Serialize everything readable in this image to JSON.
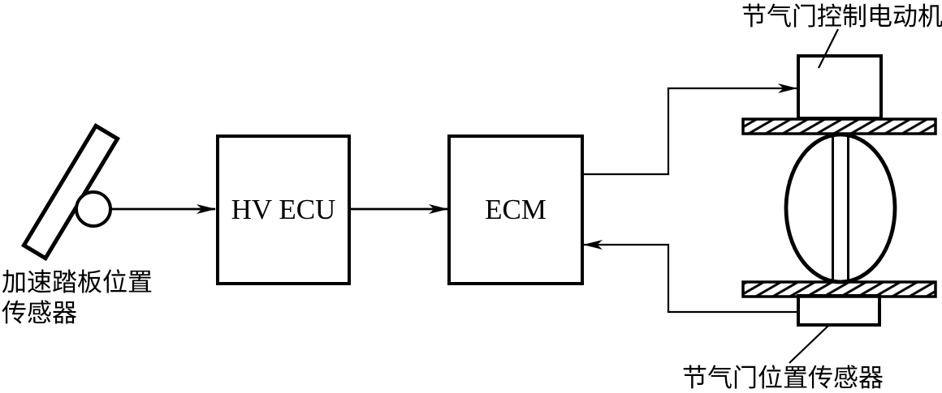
{
  "page": {
    "background": "#ffffff",
    "ink": "#000000"
  },
  "diagram": {
    "accelerator_pedal_sensor": {
      "label_line1": "加速踏板位置",
      "label_line2": "传感器"
    },
    "hv_ecu_box": {
      "label": "HV ECU"
    },
    "ecm_box": {
      "label": "ECM"
    },
    "throttle_motor": {
      "label": "节气门控制电动机"
    },
    "throttle_position_sensor": {
      "label": "节气门位置传感器"
    }
  }
}
